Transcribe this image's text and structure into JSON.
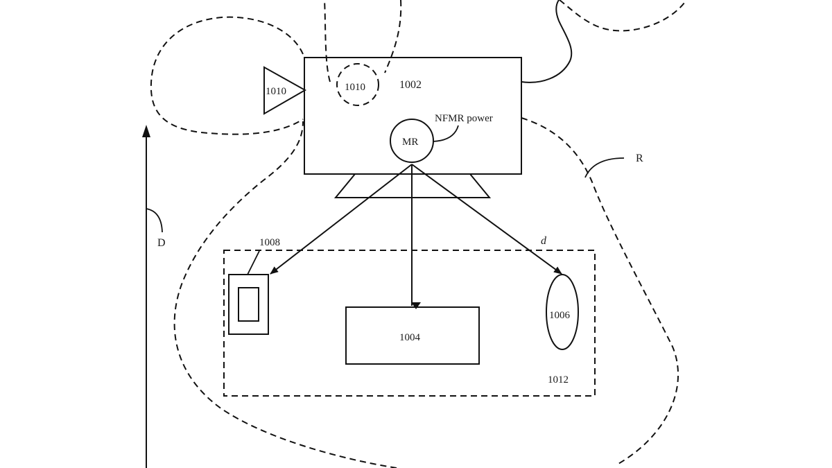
{
  "figure": {
    "description": "Patent-style diagram of near-field magnetic resonance (NFMR) power transmission from a unit to peripheral devices",
    "labels": {
      "computer": "1002",
      "device_center": "1004",
      "device_right": "1006",
      "device_left": "1008",
      "antenna_triangle": "1010",
      "antenna_circle": "1010",
      "region_box": "1012",
      "resonator": "MR",
      "nfmr_power": "NFMR power",
      "range_region": "R",
      "distance_d": "d",
      "direction_D": "D"
    },
    "colors": {
      "line": "#111111",
      "background": "#ffffff"
    }
  }
}
